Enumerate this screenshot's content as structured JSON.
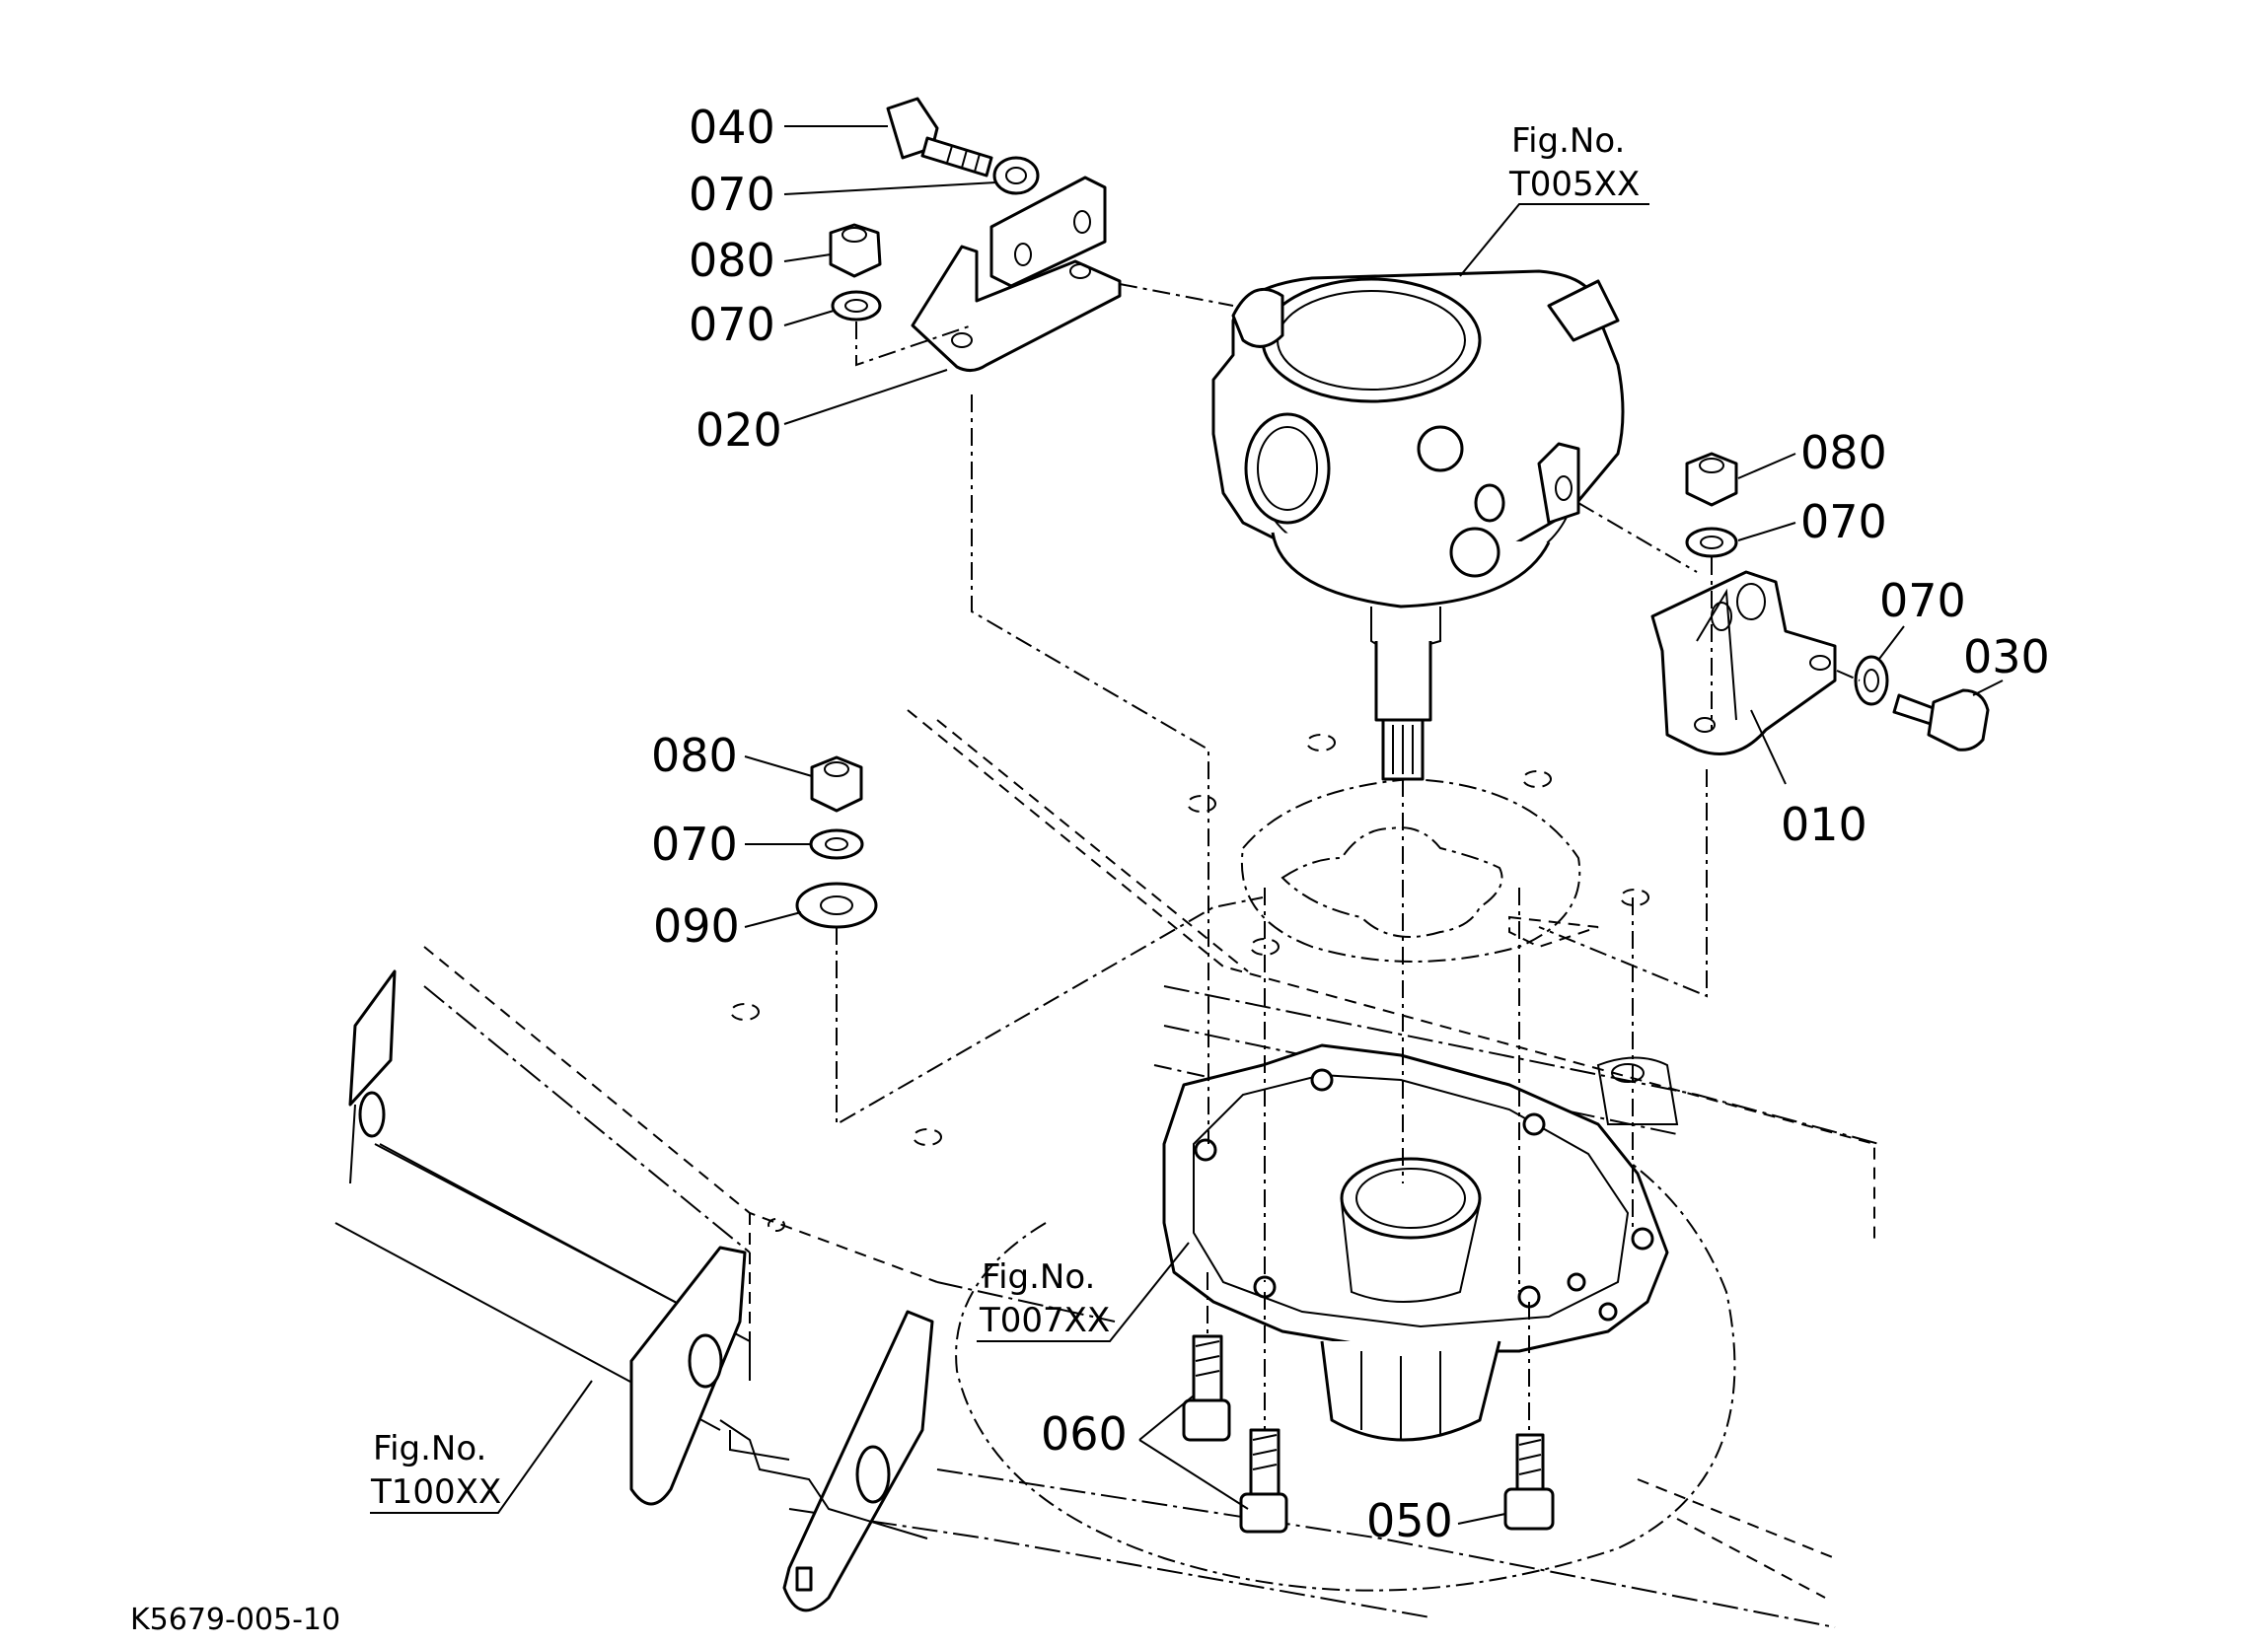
{
  "labels": {
    "p040": "040",
    "p070a": "070",
    "p080a": "080",
    "p070b": "070",
    "p020": "020",
    "p080b": "080",
    "p070c": "070",
    "p070d": "070",
    "p030": "030",
    "p010": "010",
    "p080c": "080",
    "p070e": "070",
    "p090": "090",
    "p060": "060",
    "p050": "050"
  },
  "figure_refs": {
    "t005_line1": "Fig.No.",
    "t005_line2": "T005XX",
    "t007_line1": "Fig.No.",
    "t007_line2": "T007XX",
    "t100_line1": "Fig.No.",
    "t100_line2": "T100XX"
  },
  "drawing_code": "K5679-005-10"
}
